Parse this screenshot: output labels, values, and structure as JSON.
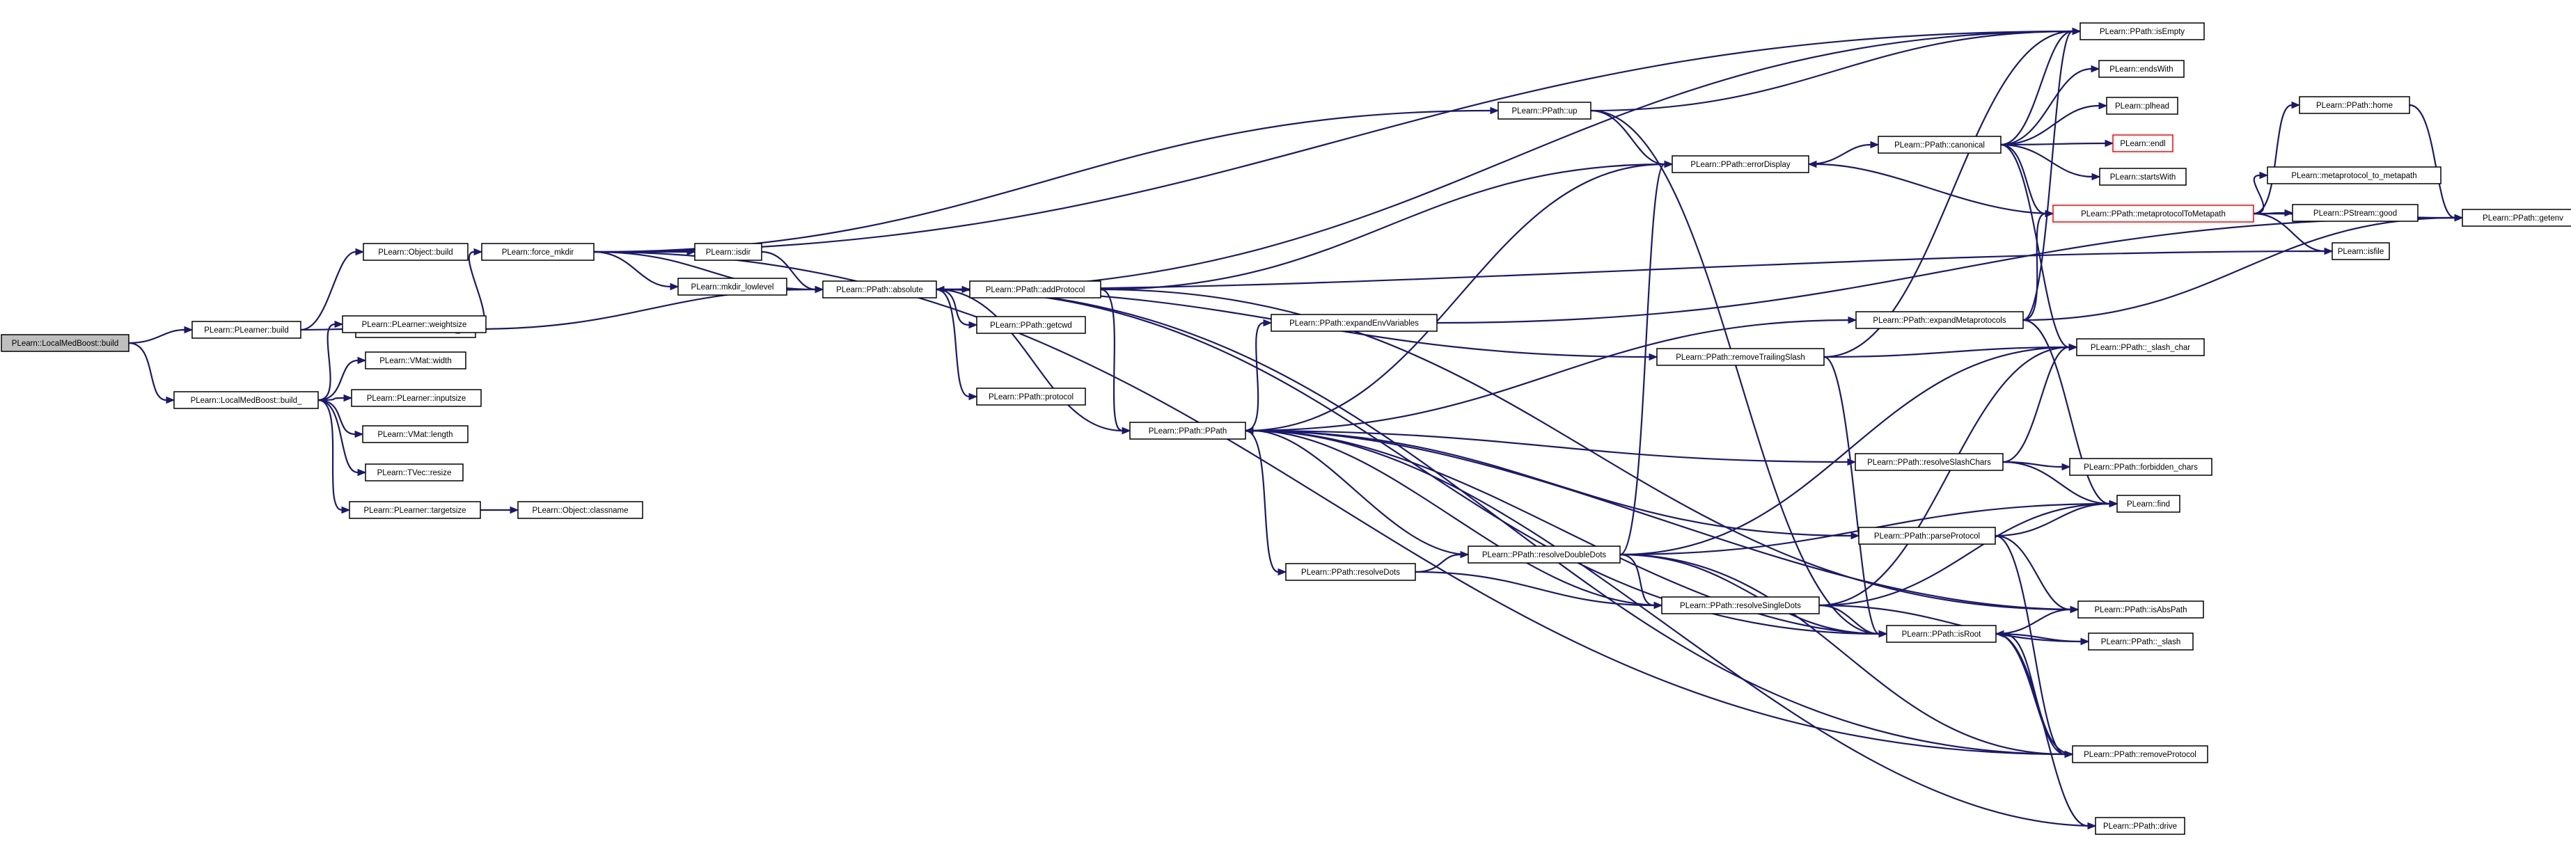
{
  "nodes": [
    {
      "id": "root",
      "label": "PLearn::LocalMedBoost::build",
      "style": "root"
    },
    {
      "id": "plearner_build",
      "label": "PLearn::PLearner::build"
    },
    {
      "id": "lmb_build_",
      "label": "PLearn::LocalMedBoost::build_"
    },
    {
      "id": "object_build",
      "label": "PLearn::Object::build"
    },
    {
      "id": "plearner_build_",
      "label": "PLearn::PLearner::build_"
    },
    {
      "id": "weightsize",
      "label": "PLearn::PLearner::weightsize"
    },
    {
      "id": "vmat_width",
      "label": "PLearn::VMat::width"
    },
    {
      "id": "inputsize",
      "label": "PLearn::PLearner::inputsize"
    },
    {
      "id": "vmat_length",
      "label": "PLearn::VMat::length"
    },
    {
      "id": "tvec_resize",
      "label": "PLearn::TVec::resize"
    },
    {
      "id": "targetsize",
      "label": "PLearn::PLearner::targetsize"
    },
    {
      "id": "classname",
      "label": "PLearn::Object::classname"
    },
    {
      "id": "force_mkdir",
      "label": "PLearn::force_mkdir"
    },
    {
      "id": "isdir",
      "label": "PLearn::isdir"
    },
    {
      "id": "mkdir_lowlevel",
      "label": "PLearn::mkdir_lowlevel"
    },
    {
      "id": "absolute",
      "label": "PLearn::PPath::absolute"
    },
    {
      "id": "addProtocol",
      "label": "PLearn::PPath::addProtocol"
    },
    {
      "id": "getcwd",
      "label": "PLearn::PPath::getcwd"
    },
    {
      "id": "protocol",
      "label": "PLearn::PPath::protocol"
    },
    {
      "id": "ppath",
      "label": "PLearn::PPath::PPath"
    },
    {
      "id": "expandEnvVariables",
      "label": "PLearn::PPath::expandEnvVariables"
    },
    {
      "id": "resolveDots",
      "label": "PLearn::PPath::resolveDots"
    },
    {
      "id": "resolveDoubleDots",
      "label": "PLearn::PPath::resolveDoubleDots"
    },
    {
      "id": "up",
      "label": "PLearn::PPath::up"
    },
    {
      "id": "errorDisplay",
      "label": "PLearn::PPath::errorDisplay"
    },
    {
      "id": "removeTrailingSlash",
      "label": "PLearn::PPath::removeTrailingSlash"
    },
    {
      "id": "resolveSingleDots",
      "label": "PLearn::PPath::resolveSingleDots"
    },
    {
      "id": "canonical",
      "label": "PLearn::PPath::canonical"
    },
    {
      "id": "expandMetaprotocols",
      "label": "PLearn::PPath::expandMetaprotocols"
    },
    {
      "id": "resolveSlashChars",
      "label": "PLearn::PPath::resolveSlashChars"
    },
    {
      "id": "parseProtocol",
      "label": "PLearn::PPath::parseProtocol"
    },
    {
      "id": "isRoot",
      "label": "PLearn::PPath::isRoot"
    },
    {
      "id": "isEmpty",
      "label": "PLearn::PPath::isEmpty"
    },
    {
      "id": "endsWith",
      "label": "PLearn::endsWith"
    },
    {
      "id": "plhead",
      "label": "PLearn::plhead"
    },
    {
      "id": "endl",
      "label": "PLearn::endl",
      "style": "red"
    },
    {
      "id": "startsWith",
      "label": "PLearn::startsWith"
    },
    {
      "id": "metaprotocolToMetapath",
      "label": "PLearn::PPath::metaprotocolToMetapath",
      "style": "red"
    },
    {
      "id": "slash_char",
      "label": "PLearn::PPath::_slash_char"
    },
    {
      "id": "forbidden_chars",
      "label": "PLearn::PPath::forbidden_chars"
    },
    {
      "id": "find",
      "label": "PLearn::find"
    },
    {
      "id": "isAbsPath",
      "label": "PLearn::PPath::isAbsPath"
    },
    {
      "id": "slash",
      "label": "PLearn::PPath::_slash"
    },
    {
      "id": "removeProtocol",
      "label": "PLearn::PPath::removeProtocol"
    },
    {
      "id": "drive",
      "label": "PLearn::PPath::drive"
    },
    {
      "id": "home",
      "label": "PLearn::PPath::home"
    },
    {
      "id": "metaprotocol_to_metapath",
      "label": "PLearn::metaprotocol_to_metapath"
    },
    {
      "id": "pstream_good",
      "label": "PLearn::PStream::good"
    },
    {
      "id": "isfile",
      "label": "PLearn::isfile"
    },
    {
      "id": "getenv",
      "label": "PLearn::PPath::getenv"
    }
  ]
}
